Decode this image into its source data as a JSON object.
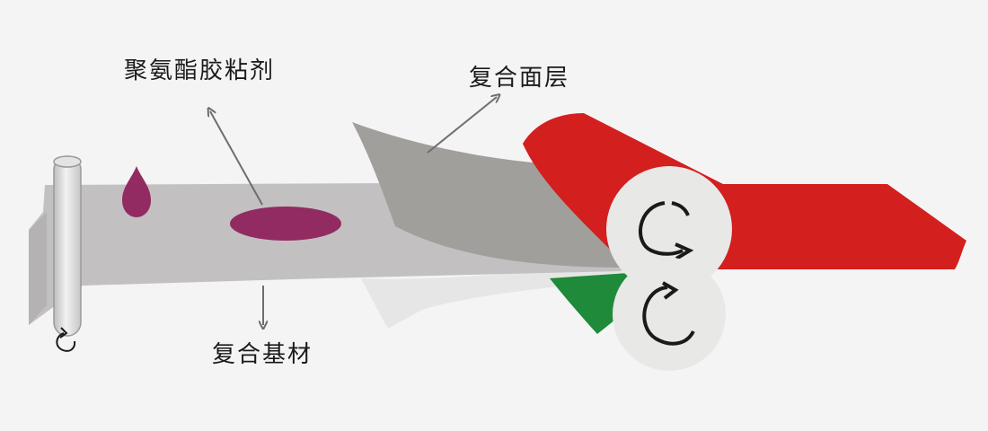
{
  "labels": {
    "adhesive": "聚氨酯胶粘剂",
    "face_layer": "复合面层",
    "base_material": "复合基材"
  },
  "colors": {
    "background": "#f4f4f4",
    "base_film": "#c2c0c1",
    "base_film_shadow": "#b4b2b3",
    "face_film": "#a19f9c",
    "under_film": "#e6e6e6",
    "adhesive": "#922b62",
    "roller_red": "#d41f1f",
    "roller_green": "#1f8a3a",
    "roller_face": "#e8e8e6",
    "arrow": "#6e6e6e",
    "rotation_arrow": "#1a1a1a"
  },
  "icons": {
    "supply_roll_rotation": "rotation-arrow-icon",
    "top_roller_rotation": "rotation-arrow-icon",
    "bottom_roller_rotation": "rotation-arrow-icon"
  }
}
